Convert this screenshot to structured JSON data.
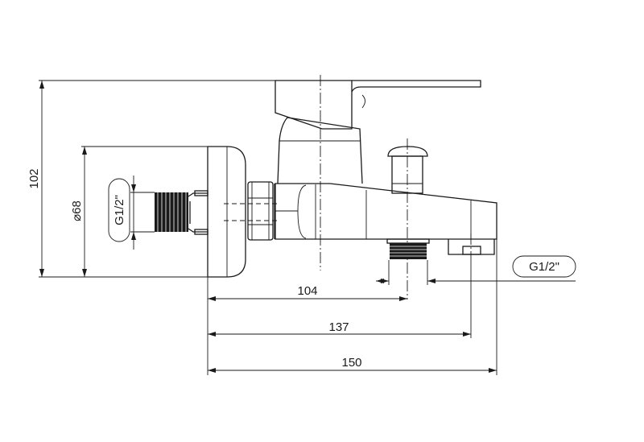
{
  "dimensions": {
    "height_total": "102",
    "wall_plate_diameter": "68",
    "diameter_symbol": "⌀",
    "inlet_center": "104",
    "diverter_outlet": "137",
    "total_length": "150"
  },
  "thread_labels": {
    "inlet": "G1/2\"",
    "outlet": "G1/2\""
  },
  "colors": {
    "line": "#1a1a1a",
    "background": "#ffffff"
  }
}
